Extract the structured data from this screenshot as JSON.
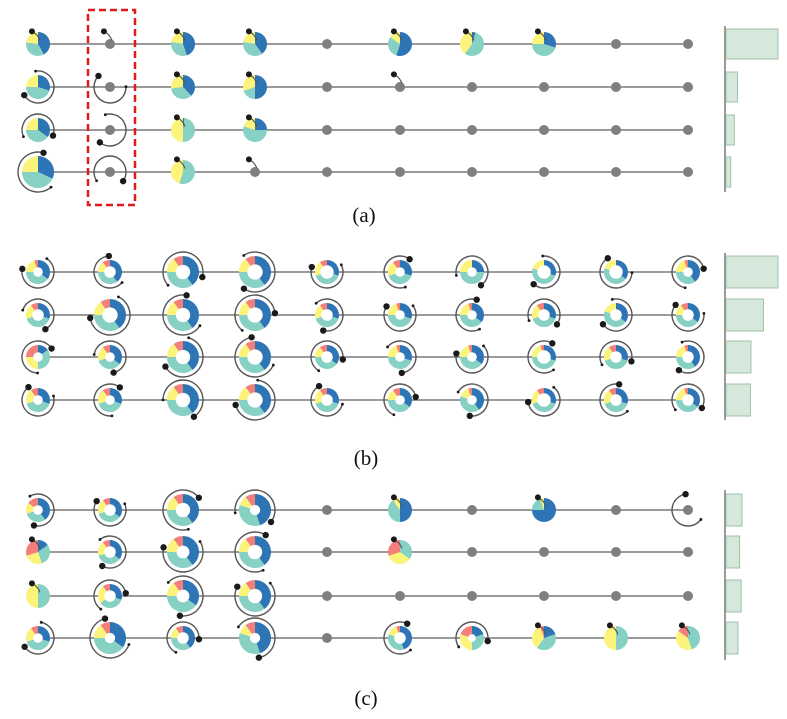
{
  "colors": {
    "line": "#9a9a9a",
    "node": "#7f7f7f",
    "ring": "#555555",
    "handle": "#1a1a1a",
    "bar_fill": "#d6e8dc",
    "bar_stroke": "#9dc3a8",
    "axis": "#7a7a7a",
    "highlight": "#e0191b",
    "slice_blue": "#2e75b6",
    "slice_teal": "#86d0c4",
    "slice_yellow": "#fbf37a",
    "slice_red": "#f37f7a",
    "slice_white": "#ffffff"
  },
  "panels": [
    {
      "label": "(a)",
      "bars": [
        1.0,
        0.22,
        0.16,
        0.09
      ],
      "highlight_column": 1,
      "rows": [
        [
          {
            "p": [
              0.42,
              0.35,
              0.23
            ]
          },
          {
            "p": []
          },
          {
            "p": [
              0.45,
              0.33,
              0.22
            ]
          },
          {
            "p": [
              0.4,
              0.38,
              0.22
            ]
          },
          null,
          {
            "p": [
              0.55,
              0.3,
              0.15
            ]
          },
          {
            "p": [
              0.05,
              0.55,
              0.4
            ]
          },
          {
            "p": [
              0.3,
              0.45,
              0.25
            ]
          },
          {
            "p": []
          },
          null
        ],
        [
          {
            "p": [
              0.3,
              0.45,
              0.25
            ],
            "ring": true
          },
          {
            "p": [],
            "ring": true
          },
          {
            "p": [
              0.38,
              0.35,
              0.27
            ]
          },
          {
            "p": [
              0.5,
              0.2,
              0.3
            ]
          },
          null,
          {
            "p": []
          },
          null,
          null,
          null,
          null
        ],
        [
          {
            "p": [
              0.35,
              0.4,
              0.25
            ],
            "ring": true
          },
          {
            "p": [],
            "ring": true
          },
          {
            "p": [
              0.02,
              0.48,
              0.5
            ]
          },
          {
            "p": [
              0.25,
              0.55,
              0.2
            ]
          },
          null,
          null,
          null,
          null,
          null,
          null
        ],
        [
          {
            "p": [
              0.32,
              0.43,
              0.25
            ],
            "ring": true,
            "big": true
          },
          {
            "p": [],
            "ring": true
          },
          {
            "p": [
              0.0,
              0.55,
              0.45
            ]
          },
          {
            "p": []
          },
          null,
          null,
          null,
          null,
          null,
          null
        ]
      ]
    },
    {
      "label": "(b)",
      "bars": [
        1.0,
        0.72,
        0.48,
        0.47
      ],
      "rows": [
        [
          {
            "p": [
              0.35,
              0.4,
              0.2,
              0.05
            ],
            "ring": true,
            "hole": 0.25
          },
          {
            "p": [
              0.4,
              0.35,
              0.15,
              0.1
            ],
            "ring": true,
            "hole": 0.3
          },
          {
            "p": [
              0.4,
              0.35,
              0.15,
              0.1
            ],
            "ring": true,
            "hole": 0.28,
            "big": true
          },
          {
            "p": [
              0.4,
              0.35,
              0.15,
              0.1
            ],
            "ring": true,
            "hole": 0.3,
            "big": true
          },
          {
            "p": [
              0.3,
              0.4,
              0.2,
              0.1
            ],
            "ring": true,
            "hole": 0.35
          },
          {
            "p": [
              0.3,
              0.4,
              0.2,
              0.1
            ],
            "ring": true,
            "hole": 0.25
          },
          {
            "p": [
              0.25,
              0.5,
              0.25
            ],
            "ring": true,
            "hole": 0.25
          },
          {
            "p": [
              0.3,
              0.5,
              0.2
            ],
            "ring": true,
            "hole": 0.35
          },
          {
            "p": [
              0.35,
              0.45,
              0.2
            ],
            "ring": true,
            "hole": 0.35
          },
          {
            "p": [
              0.4,
              0.35,
              0.2,
              0.05
            ],
            "ring": true,
            "hole": 0.25
          }
        ],
        [
          {
            "p": [
              0.3,
              0.4,
              0.2,
              0.1
            ],
            "ring": true,
            "hole": 0.3
          },
          {
            "p": [
              0.4,
              0.35,
              0.15,
              0.1
            ],
            "ring": true,
            "hole": 0.3,
            "big": true
          },
          {
            "p": [
              0.4,
              0.35,
              0.15,
              0.1
            ],
            "ring": true,
            "hole": 0.28,
            "big": true
          },
          {
            "p": [
              0.4,
              0.35,
              0.15,
              0.1
            ],
            "ring": true,
            "hole": 0.3,
            "big": true
          },
          {
            "p": [
              0.3,
              0.4,
              0.2,
              0.1
            ],
            "ring": true,
            "hole": 0.3
          },
          {
            "p": [
              0.3,
              0.45,
              0.2,
              0.05
            ],
            "ring": true,
            "hole": 0.25
          },
          {
            "p": [
              0.35,
              0.4,
              0.2,
              0.05
            ],
            "ring": true,
            "hole": 0.25
          },
          {
            "p": [
              0.3,
              0.4,
              0.2,
              0.1
            ],
            "ring": true,
            "hole": 0.3
          },
          {
            "p": [
              0.35,
              0.45,
              0.2
            ],
            "ring": true,
            "hole": 0.3
          },
          {
            "p": [
              0.35,
              0.4,
              0.15,
              0.1
            ],
            "ring": true,
            "hole": 0.3
          }
        ],
        [
          {
            "p": [
              0.15,
              0.35,
              0.25,
              0.25
            ],
            "ring": true,
            "hole": 0.25
          },
          {
            "p": [
              0.35,
              0.35,
              0.2,
              0.1
            ],
            "ring": true,
            "hole": 0.25
          },
          {
            "p": [
              0.4,
              0.35,
              0.15,
              0.1
            ],
            "ring": true,
            "hole": 0.28,
            "big": true
          },
          {
            "p": [
              0.4,
              0.35,
              0.15,
              0.1
            ],
            "ring": true,
            "hole": 0.3,
            "big": true
          },
          {
            "p": [
              0.35,
              0.4,
              0.15,
              0.1
            ],
            "ring": true,
            "hole": 0.3
          },
          {
            "p": [
              0.3,
              0.45,
              0.2,
              0.05
            ],
            "ring": true,
            "hole": 0.25
          },
          {
            "p": [
              0.35,
              0.4,
              0.2,
              0.05
            ],
            "ring": true,
            "hole": 0.25
          },
          {
            "p": [
              0.3,
              0.45,
              0.2,
              0.05
            ],
            "ring": true,
            "hole": 0.35
          },
          {
            "p": [
              0.3,
              0.4,
              0.2,
              0.1
            ],
            "ring": true,
            "hole": 0.3
          },
          {
            "p": [
              0.4,
              0.35,
              0.2,
              0.05
            ],
            "ring": true,
            "hole": 0.3
          }
        ],
        [
          {
            "p": [
              0.3,
              0.4,
              0.2,
              0.1
            ],
            "ring": true,
            "hole": 0.25
          },
          {
            "p": [
              0.3,
              0.4,
              0.2,
              0.1
            ],
            "ring": true,
            "hole": 0.25
          },
          {
            "p": [
              0.4,
              0.35,
              0.15,
              0.1
            ],
            "ring": true,
            "hole": 0.28,
            "big": true
          },
          {
            "p": [
              0.4,
              0.35,
              0.15,
              0.1
            ],
            "ring": true,
            "hole": 0.3,
            "big": true
          },
          {
            "p": [
              0.3,
              0.4,
              0.2,
              0.1
            ],
            "ring": true,
            "hole": 0.3
          },
          {
            "p": [
              0.35,
              0.4,
              0.15,
              0.1
            ],
            "ring": true,
            "hole": 0.25
          },
          {
            "p": [
              0.4,
              0.4,
              0.15,
              0.05
            ],
            "ring": true,
            "hole": 0.25
          },
          {
            "p": [
              0.3,
              0.4,
              0.2,
              0.1
            ],
            "ring": true,
            "hole": 0.35
          },
          {
            "p": [
              0.3,
              0.4,
              0.2,
              0.1
            ],
            "ring": true,
            "hole": 0.3
          },
          {
            "p": [
              0.35,
              0.4,
              0.2,
              0.05
            ],
            "ring": true,
            "hole": 0.3
          }
        ]
      ]
    },
    {
      "label": "(c)",
      "bars": [
        1.0,
        0.85,
        0.95,
        0.75
      ],
      "rows": [
        [
          {
            "p": [
              0.4,
              0.3,
              0.15,
              0.15
            ],
            "ring": true,
            "hole": 0.25
          },
          {
            "p": [
              0.35,
              0.35,
              0.2,
              0.1
            ],
            "ring": true,
            "hole": 0.3
          },
          {
            "p": [
              0.4,
              0.35,
              0.15,
              0.1
            ],
            "ring": true,
            "hole": 0.28,
            "big": true
          },
          {
            "p": [
              0.45,
              0.35,
              0.1,
              0.1
            ],
            "ring": true,
            "hole": 0.2,
            "big": true
          },
          null,
          {
            "p": [
              0.5,
              0.4,
              0.1
            ]
          },
          null,
          {
            "p": [
              0.75,
              0.2,
              0.05
            ]
          },
          null,
          {
            "p": [],
            "ring": true
          }
        ],
        [
          {
            "p": [
              0.15,
              0.3,
              0.25,
              0.3
            ]
          },
          {
            "p": [
              0.35,
              0.35,
              0.2,
              0.1
            ],
            "ring": true,
            "hole": 0.3
          },
          {
            "p": [
              0.4,
              0.35,
              0.15,
              0.1
            ],
            "ring": true,
            "hole": 0.25,
            "big": true
          },
          {
            "p": [
              0.4,
              0.35,
              0.15,
              0.1
            ],
            "ring": true,
            "hole": 0.28,
            "big": true
          },
          null,
          {
            "p": [
              0.0,
              0.35,
              0.35,
              0.3
            ]
          },
          null,
          null,
          null,
          null
        ],
        [
          {
            "p": [
              0.0,
              0.5,
              0.5
            ]
          },
          {
            "p": [
              0.3,
              0.35,
              0.25,
              0.1
            ],
            "ring": true,
            "hole": 0.3
          },
          {
            "p": [
              0.35,
              0.4,
              0.15,
              0.1
            ],
            "ring": true,
            "hole": 0.25,
            "big": true
          },
          {
            "p": [
              0.4,
              0.35,
              0.15,
              0.1
            ],
            "ring": true,
            "hole": 0.28,
            "big": true
          },
          null,
          null,
          null,
          null,
          null,
          null
        ],
        [
          {
            "p": [
              0.3,
              0.4,
              0.2,
              0.1
            ],
            "ring": true,
            "hole": 0.25
          },
          {
            "p": [
              0.35,
              0.4,
              0.15,
              0.1
            ],
            "ring": true,
            "hole": 0.2,
            "big": true
          },
          {
            "p": [
              0.4,
              0.35,
              0.15,
              0.1
            ],
            "ring": true,
            "hole": 0.3
          },
          {
            "p": [
              0.45,
              0.35,
              0.1,
              0.1
            ],
            "ring": true,
            "hole": 0.2,
            "big": true
          },
          null,
          {
            "p": [
              0.45,
              0.35,
              0.15,
              0.05
            ],
            "ring": true,
            "hole": 0.3
          },
          {
            "p": [
              0.2,
              0.3,
              0.3,
              0.2
            ],
            "ring": true,
            "hole": 0.2
          },
          {
            "p": [
              0.2,
              0.4,
              0.35,
              0.05
            ]
          },
          {
            "p": [
              0.0,
              0.5,
              0.5
            ]
          },
          {
            "p": [
              0.0,
              0.45,
              0.4,
              0.15
            ]
          }
        ]
      ]
    }
  ]
}
